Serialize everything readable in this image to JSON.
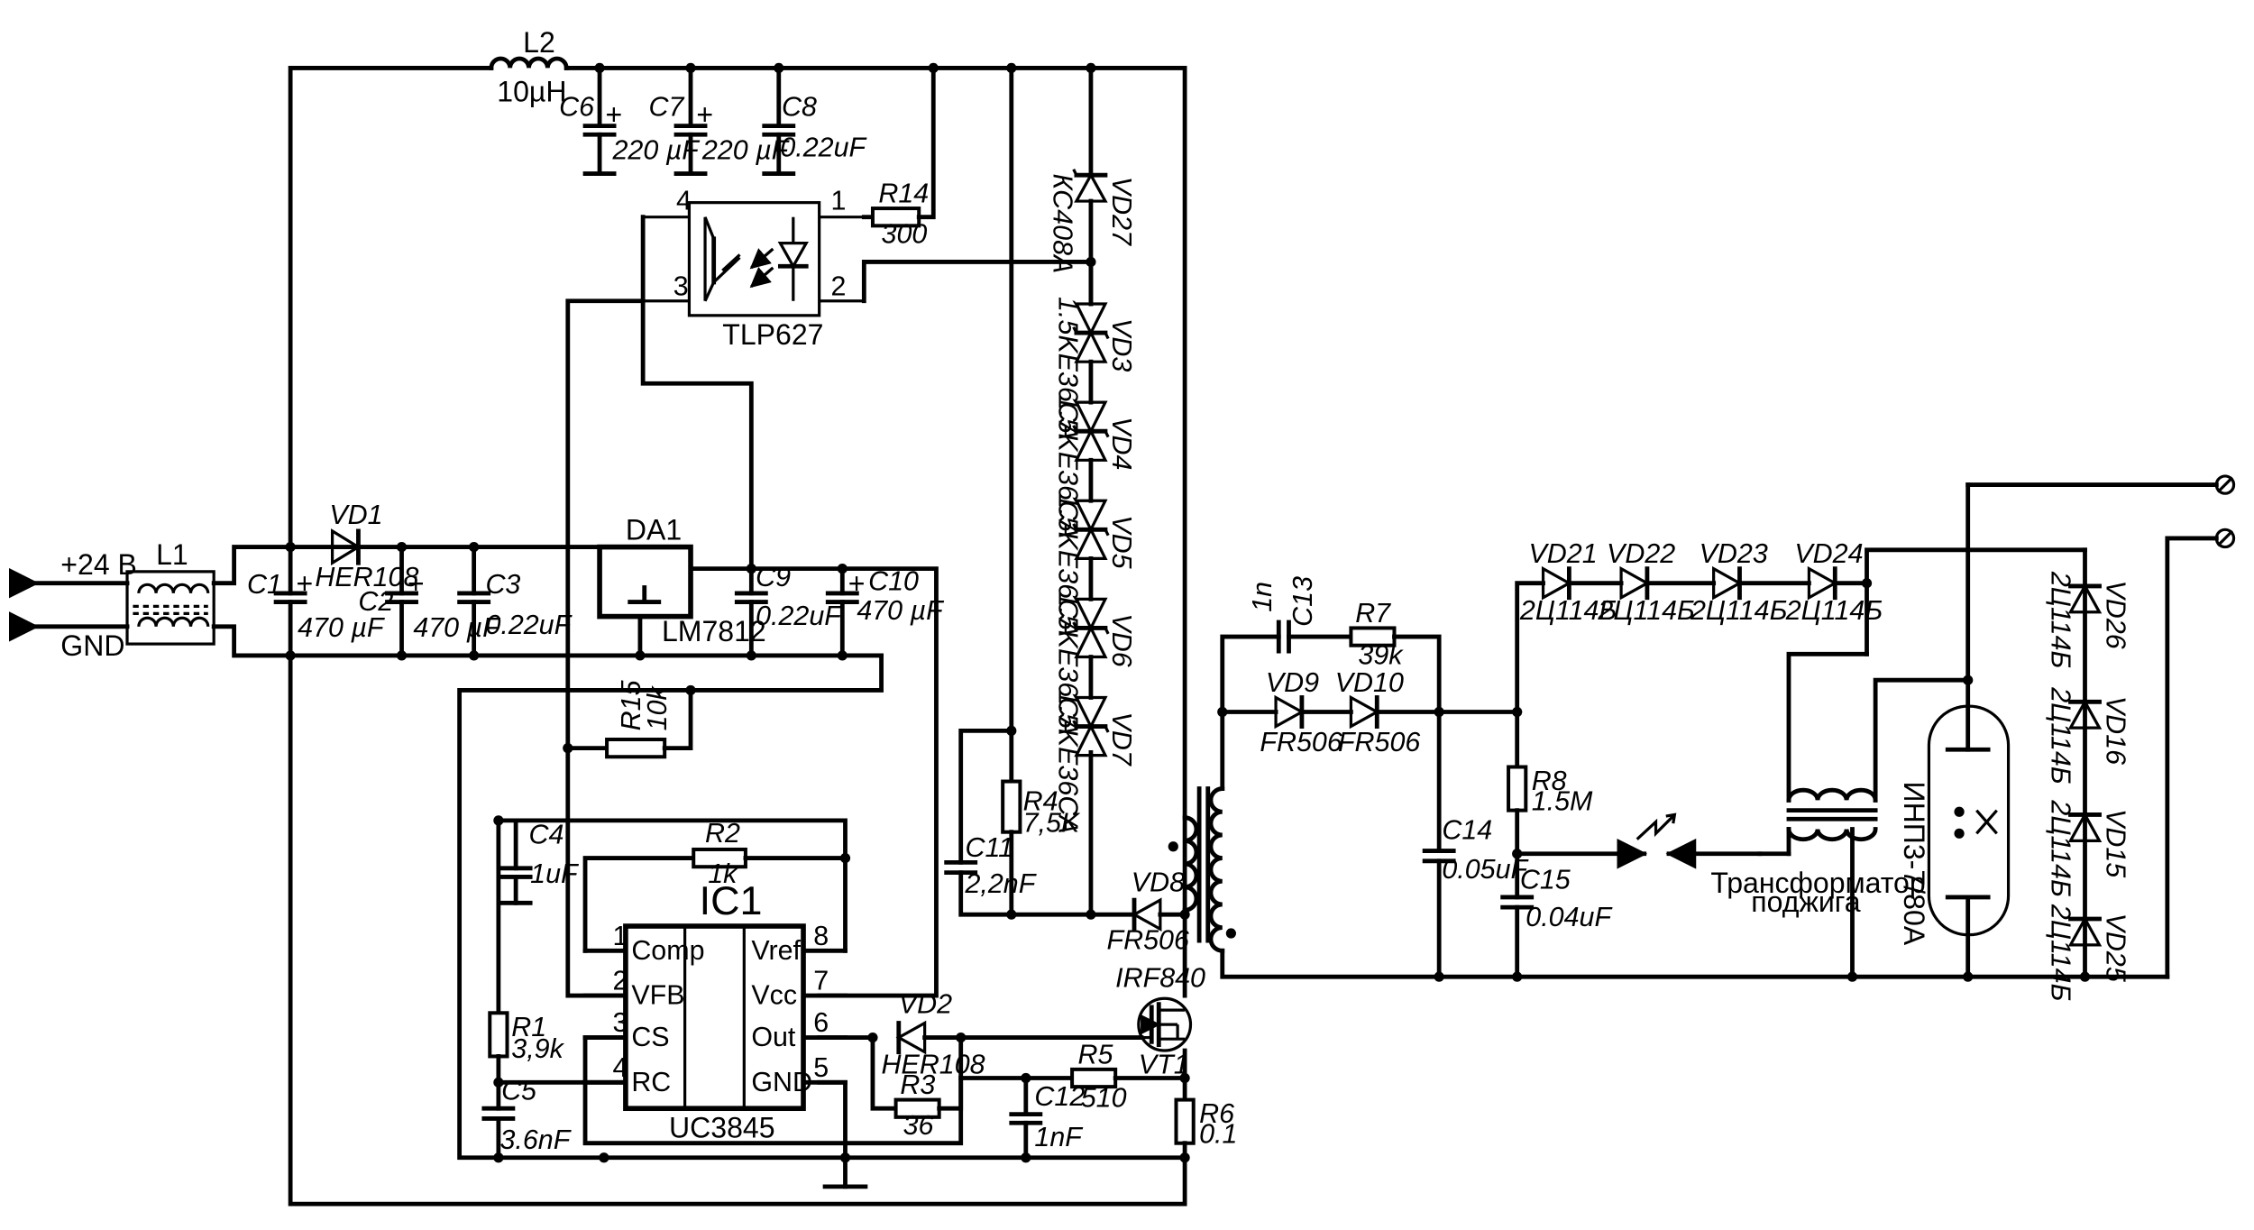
{
  "inputs": {
    "plus": "+24 В",
    "gnd": "GND"
  },
  "choke_l1": "L1",
  "inductor_l2": {
    "ref": "L2",
    "value": "10µH"
  },
  "capacitors": [
    {
      "ref": "C1",
      "value": "470 µF"
    },
    {
      "ref": "C2",
      "value": "470 µF"
    },
    {
      "ref": "C3",
      "value": "0.22uF"
    },
    {
      "ref": "C4",
      "value": "1uF"
    },
    {
      "ref": "C5",
      "value": "3.6nF"
    },
    {
      "ref": "C6",
      "value": "220 µF"
    },
    {
      "ref": "C7",
      "value": "220 µF"
    },
    {
      "ref": "C8",
      "value": "0.22uF"
    },
    {
      "ref": "C9",
      "value": "0.22uF"
    },
    {
      "ref": "C10",
      "value": "470 µF"
    },
    {
      "ref": "C11",
      "value": "2,2nF"
    },
    {
      "ref": "C12",
      "value": "1nF"
    },
    {
      "ref": "C13",
      "value": "1n"
    },
    {
      "ref": "C14",
      "value": "0.05uF"
    },
    {
      "ref": "C15",
      "value": "0.04uF"
    }
  ],
  "resistors": [
    {
      "ref": "R1",
      "value": "3,9k"
    },
    {
      "ref": "R2",
      "value": "1k"
    },
    {
      "ref": "R3",
      "value": "36"
    },
    {
      "ref": "R4",
      "value": "7,5K"
    },
    {
      "ref": "R5",
      "value": "510"
    },
    {
      "ref": "R6",
      "value": "0.1"
    },
    {
      "ref": "R7",
      "value": "39k"
    },
    {
      "ref": "R8",
      "value": "1.5M"
    },
    {
      "ref": "R14",
      "value": "300"
    },
    {
      "ref": "R15",
      "value": "10k"
    }
  ],
  "diodes": [
    {
      "ref": "VD1",
      "value": "HER108"
    },
    {
      "ref": "VD2",
      "value": "HER108"
    },
    {
      "ref": "VD8",
      "value": "FR506"
    },
    {
      "ref": "VD9",
      "value": "FR506"
    },
    {
      "ref": "VD10",
      "value": "FR506"
    },
    {
      "ref": "VD21",
      "value": "2Ц114Б"
    },
    {
      "ref": "VD22",
      "value": "2Ц114Б"
    },
    {
      "ref": "VD23",
      "value": "2Ц114Б"
    },
    {
      "ref": "VD24",
      "value": "2Ц114Б"
    },
    {
      "ref": "VD26",
      "value": "2Ц114Б"
    },
    {
      "ref": "VD16",
      "value": "2Ц114Б"
    },
    {
      "ref": "VD15",
      "value": "2Ц114Б"
    },
    {
      "ref": "VD25",
      "value": "2Ц114Б"
    }
  ],
  "zener": {
    "ref": "VD27",
    "value": "КС408А"
  },
  "tvs": [
    {
      "ref": "VD3",
      "value": "1.5KE36CA"
    },
    {
      "ref": "VD4",
      "value": "1.5KE36CA"
    },
    {
      "ref": "VD5",
      "value": "1.5KE36CA"
    },
    {
      "ref": "VD6",
      "value": "1.5KE36CA"
    },
    {
      "ref": "VD7",
      "value": "1.5KE36CA"
    }
  ],
  "optocoupler": {
    "part": "TLP627",
    "pins": [
      "4",
      "1",
      "3",
      "2"
    ]
  },
  "regulator": {
    "ref": "DA1",
    "part": "LM7812"
  },
  "ic1": {
    "ref": "IC1",
    "part": "UC3845",
    "left_pins": [
      {
        "num": "1",
        "name": "Comp"
      },
      {
        "num": "2",
        "name": "VFB"
      },
      {
        "num": "3",
        "name": "CS"
      },
      {
        "num": "4",
        "name": "RC"
      }
    ],
    "right_pins": [
      {
        "num": "8",
        "name": "Vref"
      },
      {
        "num": "7",
        "name": "Vcc"
      },
      {
        "num": "6",
        "name": "Out"
      },
      {
        "num": "5",
        "name": "GND"
      }
    ]
  },
  "mosfet": {
    "ref": "VT1",
    "part": "IRF840"
  },
  "ignition_transformer": {
    "line1": "Трансформатор",
    "line2": "поджига"
  },
  "lamp": "ИНП3-7/80А"
}
